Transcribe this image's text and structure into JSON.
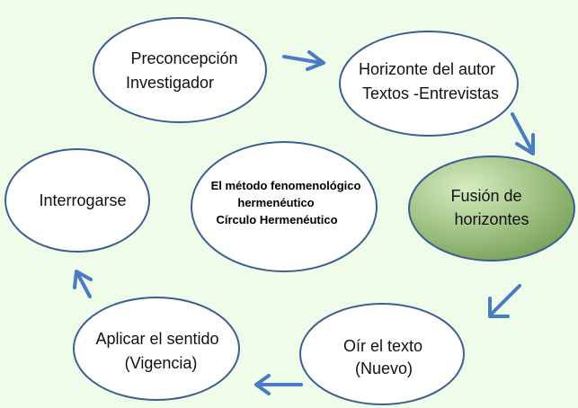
{
  "diagram": {
    "center": {
      "lines": [
        "El método  fenomenológico",
        "hermenéutico",
        "Círculo Hermenéutico"
      ]
    },
    "nodes": [
      {
        "id": "preconcepcion",
        "lines": [
          "Preconcepción",
          "Investigador"
        ]
      },
      {
        "id": "horizonte-autor",
        "lines": [
          "Horizonte del autor",
          "Textos -Entrevistas"
        ]
      },
      {
        "id": "fusion-horizontes",
        "lines": [
          "Fusión de",
          "horizontes"
        ]
      },
      {
        "id": "oir-texto",
        "lines": [
          "Oír el texto",
          "(Nuevo)"
        ]
      },
      {
        "id": "aplicar-sentido",
        "lines": [
          "Aplicar el sentido",
          "(Vigencia)"
        ]
      },
      {
        "id": "interrogarse",
        "lines": [
          "Interrogarse"
        ]
      }
    ]
  },
  "colors": {
    "background": "#effcea",
    "ellipse_fill": "#ffffff",
    "ellipse_stroke": "#3b5f8f",
    "arrow": "#4a7cc3",
    "highlight_fill_light": "#cfe6b9",
    "highlight_fill_dark": "#7ea85f"
  }
}
